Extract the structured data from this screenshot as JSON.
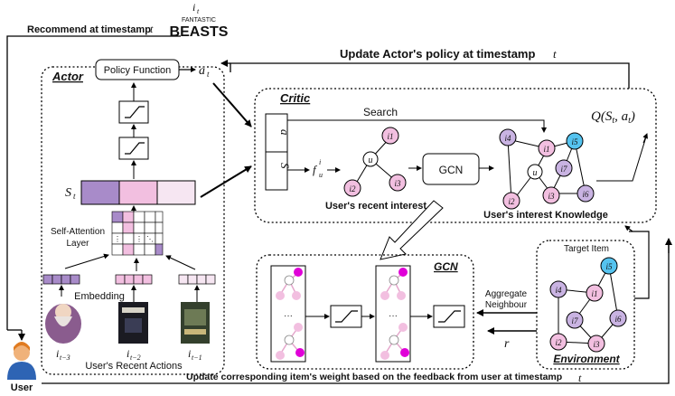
{
  "top": {
    "recommend": "Recommend at timestamp",
    "t": "t",
    "item_sub": "i",
    "item_idx": "t",
    "poster_line1": "FANTASTIC",
    "poster_line2": "BEASTS",
    "update_actor": "Update Actor's policy at timestamp"
  },
  "actor": {
    "title": "Actor",
    "policy": "Policy Function",
    "a": "a",
    "a_sub": "t",
    "state": "S",
    "state_sub": "t",
    "self_attention_1": "Self-Attention",
    "self_attention_2": "Layer",
    "embedding": "Embedding",
    "items": [
      "i",
      "i",
      "i"
    ],
    "item_subs": [
      "t−3",
      "t−2",
      "t−1"
    ],
    "recent_actions": "User's Recent Actions"
  },
  "critic": {
    "title": "Critic",
    "search": "Search",
    "q": "Q(S",
    "q_sub": "t",
    "q_mid": ", a",
    "q_end": ")",
    "feature": "f",
    "feature_sup": "i",
    "feature_sub": "u",
    "gcn": "GCN",
    "recent_interest": "User's recent interest",
    "knowledge": "User's interest Knowledge",
    "nodes": [
      "u",
      "i1",
      "i2",
      "i3",
      "i4",
      "i5",
      "i6",
      "i7"
    ]
  },
  "gcn": {
    "title": "GCN",
    "dots": "···",
    "aggregate_1": "Aggregate",
    "aggregate_2": "Neighbour",
    "r": "r"
  },
  "environment": {
    "title": "Environment",
    "target": "Target Item"
  },
  "bottom": {
    "user": "User",
    "feedback": "Update corresponding item's weight based on the feedback from user at timestamp",
    "t": "t"
  },
  "colors": {
    "purple": "#c9b3e2",
    "pink": "#f2bfe0",
    "cyan": "#55c3ef",
    "magenta": "#e000d8",
    "mauve": "#a88bc9",
    "lightpink": "#f6d2ea"
  }
}
